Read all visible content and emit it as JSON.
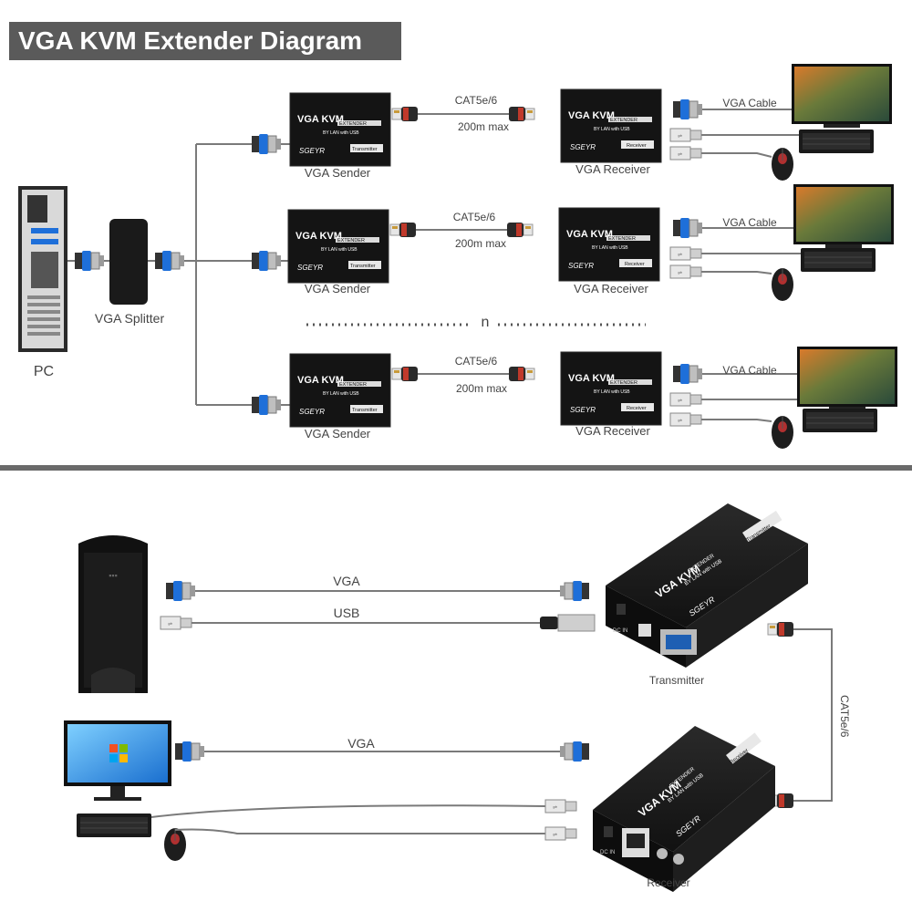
{
  "title": "VGA KVM Extender Diagram",
  "top": {
    "pc_label": "PC",
    "splitter_label": "VGA Splitter",
    "ellipsis_label": "n",
    "rows": [
      {
        "sender_label": "VGA Sender",
        "receiver_label": "VGA Receiver",
        "cable_type": "CAT5e/6",
        "distance": "200m max",
        "display_cable": "VGA Cable"
      },
      {
        "sender_label": "VGA Sender",
        "receiver_label": "VGA Receiver",
        "cable_type": "CAT5e/6",
        "distance": "200m max",
        "display_cable": "VGA Cable"
      },
      {
        "sender_label": "VGA Sender",
        "receiver_label": "VGA Receiver",
        "cable_type": "CAT5e/6",
        "distance": "200m max",
        "display_cable": "VGA Cable"
      }
    ]
  },
  "device": {
    "title": "VGA KVM",
    "extender": "EXTENDER",
    "subtitle": "BY LAN with USB",
    "brand": "SGEYR",
    "tx_tag": "Transmitter",
    "rx_tag": "Receiver"
  },
  "bottom": {
    "vga_label_top": "VGA",
    "usb_label": "USB",
    "vga_label_bottom": "VGA",
    "transmitter_label": "Transmitter",
    "receiver_label": "Receiver",
    "cat_label": "CAT5e/6",
    "dc_label": "DC IN"
  },
  "colors": {
    "device_body": "#1a1a1a",
    "connector_blue": "#1e6fd9",
    "cable_gray": "#7a7a7a",
    "title_bar": "#5a5a5a",
    "rj45_gold": "#c89a3a"
  }
}
